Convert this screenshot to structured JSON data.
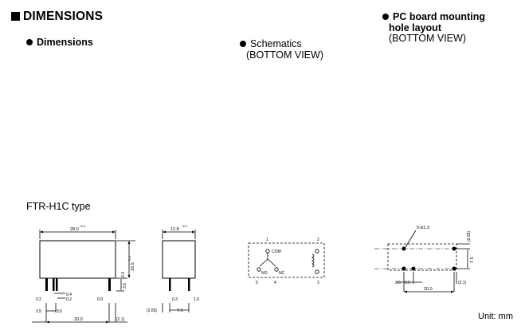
{
  "header": {
    "title": "DIMENSIONS"
  },
  "sections": {
    "dimensions": {
      "title": "Dimensions"
    },
    "schematics": {
      "title": "Schematics",
      "subtitle": "(BOTTOM VIEW)"
    },
    "pcb": {
      "title_line1": "PC board mounting",
      "title_line2": "hole layout",
      "subtitle": "(BOTTOM VIEW)"
    }
  },
  "type_label": "FTR-H1C type",
  "unit_label": "Unit: mm",
  "drawing": {
    "side": {
      "length": "28.0",
      "length_tol": "+0.3",
      "height": "16.5",
      "height_tol": "+0.3",
      "pin_len": "3.5",
      "pin_t": "0.4",
      "lead_a": "0.2",
      "lead_b": "0.4",
      "lead_c": "0.2",
      "pitch": "3.5",
      "span": "20.0",
      "offset": "(2.1)",
      "pin_w": "0.9"
    },
    "end": {
      "width": "12.8",
      "width_tol": "+0.3",
      "pin_a": "0.3",
      "pin_b": "1.0",
      "pitch": "7.5",
      "offset": "(2.65)"
    },
    "schematic": {
      "pins": [
        "1",
        "2",
        "5",
        "4",
        "3"
      ],
      "com": "COM",
      "no": "NO",
      "nc": "NC"
    },
    "layout": {
      "holes": "5-ø1.3",
      "top_dim": "(2.65)",
      "vert": "7.5",
      "pitch_a": "3.5",
      "pitch_b": "3.5",
      "span": "20.0",
      "offset": "(2.1)"
    }
  }
}
